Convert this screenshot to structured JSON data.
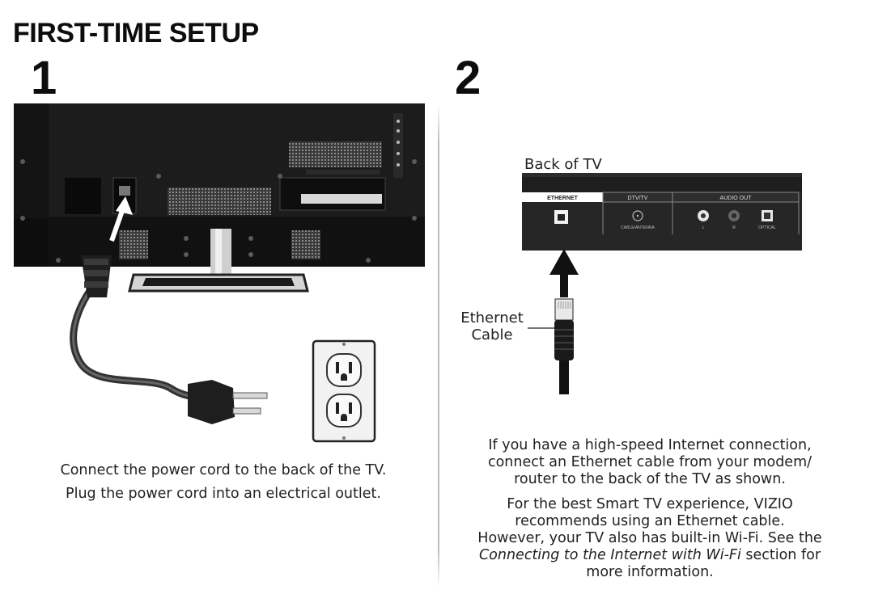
{
  "page": {
    "title": "FIRST-TIME SETUP"
  },
  "step1": {
    "number": "1",
    "caption_line1": "Connect the power cord to the back of the TV.",
    "caption_line2": "Plug the power cord into an electrical outlet."
  },
  "step2": {
    "number": "2",
    "back_of_tv_label": "Back of TV",
    "ethernet_label_line1": "Ethernet",
    "ethernet_label_line2": "Cable",
    "panel": {
      "ethernet": "ETHERNET",
      "dtv": "DTV/TV",
      "audio_out": "AUDIO OUT",
      "cable_antenna": "CABLE/ANTENNA",
      "left": "L",
      "right": "R",
      "optical": "OPTICAL"
    },
    "para1": {
      "line1": "If you have a high-speed Internet connection,",
      "line2": "connect an Ethernet cable from your modem/",
      "line3": "router to the back of the TV as shown."
    },
    "para2": {
      "line1": "For the best Smart TV experience, VIZIO",
      "line2": "recommends using an Ethernet cable.",
      "line3": "However, your TV also has built-in Wi-Fi. See the",
      "line4_italic": "Connecting to the Internet with Wi-Fi",
      "line4_rest": " section for",
      "line5": "more information."
    }
  }
}
